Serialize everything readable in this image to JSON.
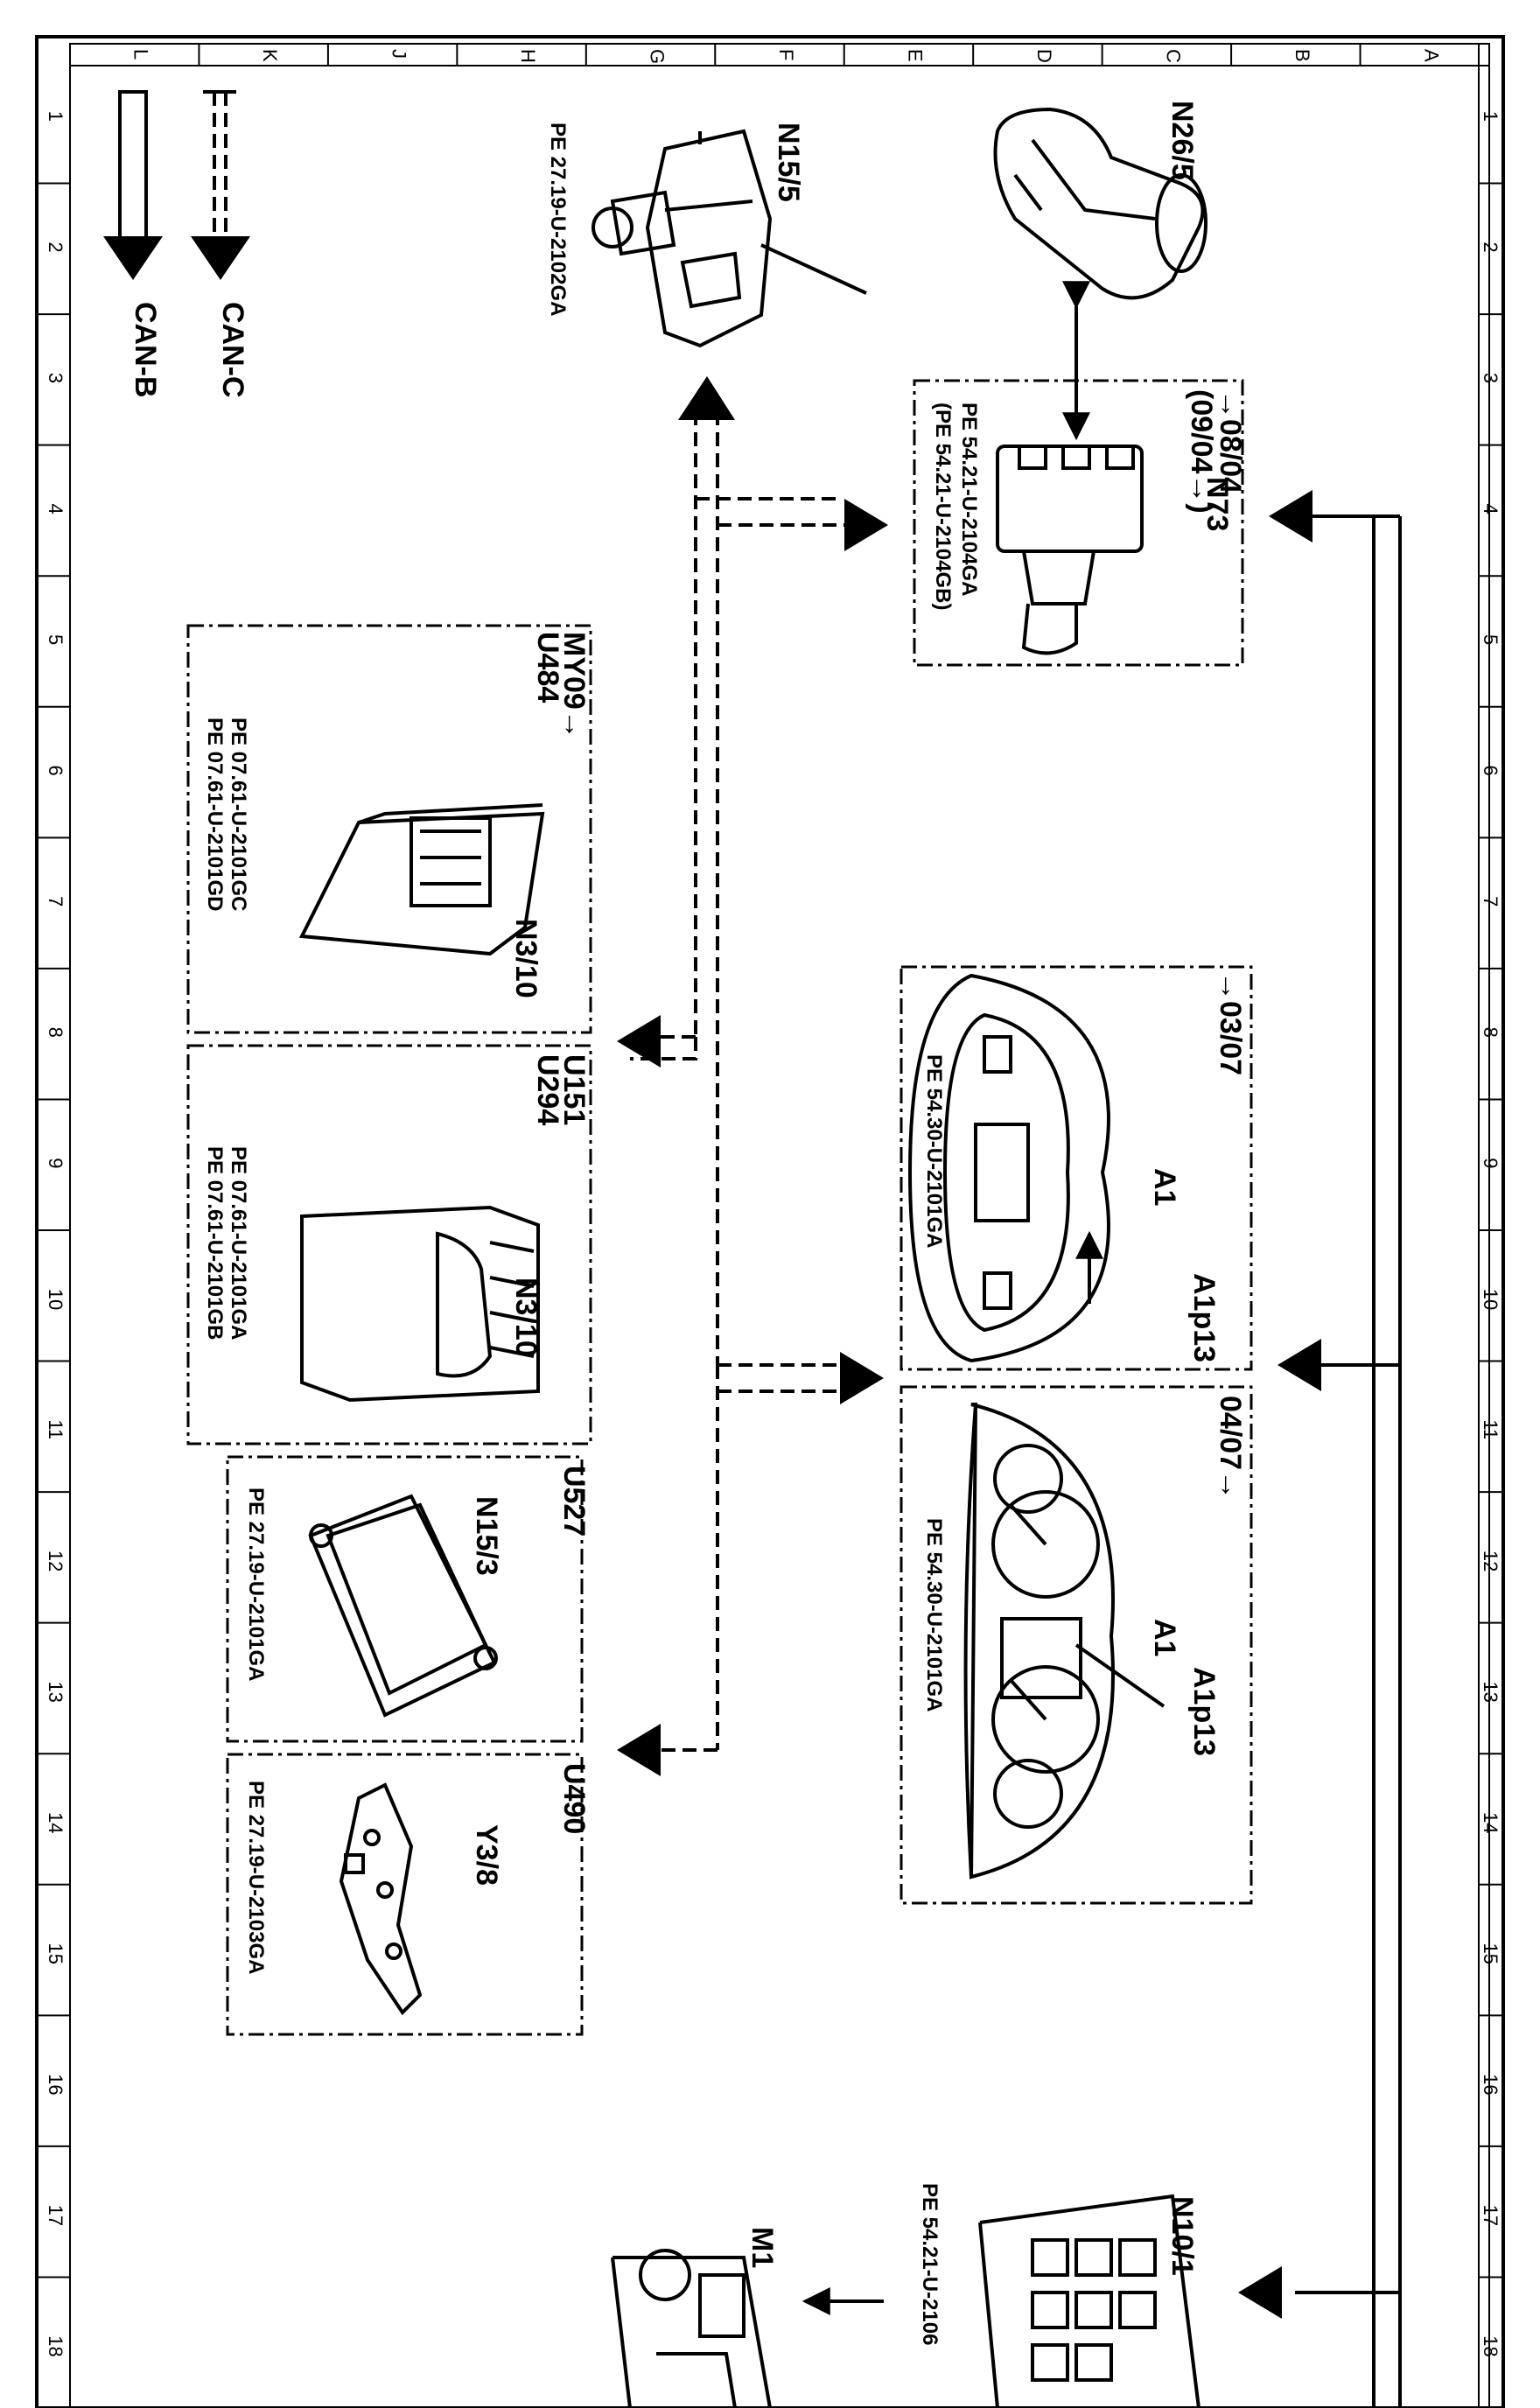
{
  "grid": {
    "columns": [
      "A",
      "B",
      "C",
      "D",
      "E",
      "F",
      "G",
      "H",
      "J",
      "K",
      "L"
    ],
    "rows": [
      "1",
      "2",
      "3",
      "4",
      "5",
      "6",
      "7",
      "8",
      "9",
      "10",
      "11",
      "12",
      "13",
      "14",
      "15",
      "16",
      "17",
      "18"
    ]
  },
  "legend": {
    "can_c": "CAN-C",
    "can_b": "CAN-B"
  },
  "components": {
    "n26_5": {
      "label": "N26/5"
    },
    "n15_5": {
      "label": "N15/5",
      "ref": "PE 27.19-U-2102GA"
    },
    "n73": {
      "label": "N73",
      "range1": "→08/04",
      "range2": "(09/04→)",
      "ref1": "PE 54.21-U-2104GA",
      "ref2": "(PE 54.21-U-2104GB)"
    },
    "n3_10_a": {
      "label": "N3/10",
      "code1": "MY09→",
      "code2": "U484",
      "ref1": "PE 07.61-U-2101GC",
      "ref2": "PE 07.61-U-2101GD"
    },
    "n3_10_b": {
      "label": "N3/10",
      "code1": "U151",
      "code2": "U294",
      "ref1": "PE 07.61-U-2101GA",
      "ref2": "PE 07.61-U-2101GB"
    },
    "n15_3": {
      "label": "N15/3",
      "code": "U527",
      "ref": "PE 27.19-U-2101GA"
    },
    "y3_8": {
      "label": "Y3/8",
      "code": "U490",
      "ref": "PE 27.19-U-2103GA"
    },
    "a1_old": {
      "label": "A1",
      "sub": "A1p13",
      "range": "→03/07",
      "ref": "PE 54.30-U-2101GA"
    },
    "a1_new": {
      "label": "A1",
      "sub": "A1p13",
      "range": "04/07→",
      "ref": "PE 54.30-U-2101GA"
    },
    "n10_1": {
      "label": "N10/1",
      "ref": "PE 54.21-U-2106"
    },
    "m1": {
      "label": "M1"
    }
  },
  "colors": {
    "line": "#000000",
    "background": "#ffffff"
  }
}
